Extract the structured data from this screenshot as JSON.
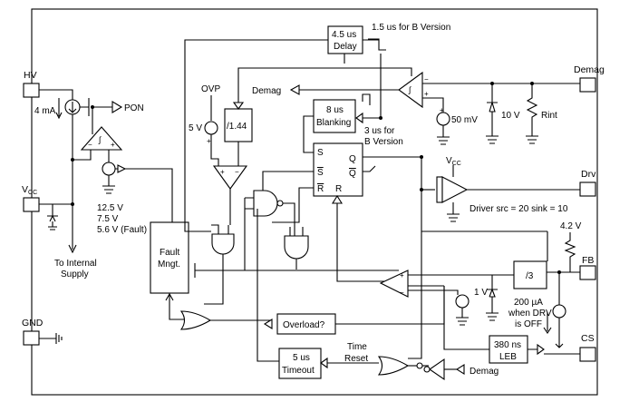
{
  "pins": {
    "hv": "HV",
    "vcc": "V",
    "vcc_sub": "CC",
    "gnd": "GND",
    "demag": "Demag",
    "drv": "Drv",
    "fb": "FB",
    "cs": "CS"
  },
  "blocks": {
    "delay_line1": "4.5 us",
    "delay_line2": "Delay",
    "delay_note": "1.5 us for B Version",
    "blanking_line1": "8 us",
    "blanking_line2": "Blanking",
    "blanking_note_line1": "3 us for",
    "blanking_note_line2": "B Version",
    "divider": "/1.44",
    "fault_line1": "Fault",
    "fault_line2": "Mngt.",
    "overload": "Overload?",
    "timeout_line1": "5 us",
    "timeout_line2": "Timeout",
    "leb_line1": "380 ns",
    "leb_line2": "LEB",
    "div3": "/3",
    "flipflop_s": "S",
    "flipflop_sbar": "S",
    "flipflop_rbar": "R",
    "flipflop_r": "R",
    "flipflop_q": "Q",
    "flipflop_qbar": "Q"
  },
  "labels": {
    "ovp": "OVP",
    "five_v": "5 V",
    "demag_out": "Demag",
    "pon": "PON",
    "four_ma": "4 mA",
    "thresholds": [
      "12.5 V",
      "7.5 V",
      "5.6 V (Fault)"
    ],
    "internal_supply_line1": "To Internal",
    "internal_supply_line2": "Supply",
    "fifty_mv": "50 mV",
    "ten_v": "10 V",
    "rint": "Rint",
    "vcc_driver": "V",
    "vcc_driver_sub": "CC",
    "driver_note": "Driver src = 20 sink = 10",
    "four_two_v": "4.2 V",
    "one_v": "1 V",
    "current_line1": "200 µA",
    "current_line2": "when DRV",
    "current_line3": "is OFF",
    "time_reset_line1": "Time",
    "time_reset_line2": "Reset",
    "demag_in": "Demag",
    "plus": "+",
    "minus": "−"
  }
}
